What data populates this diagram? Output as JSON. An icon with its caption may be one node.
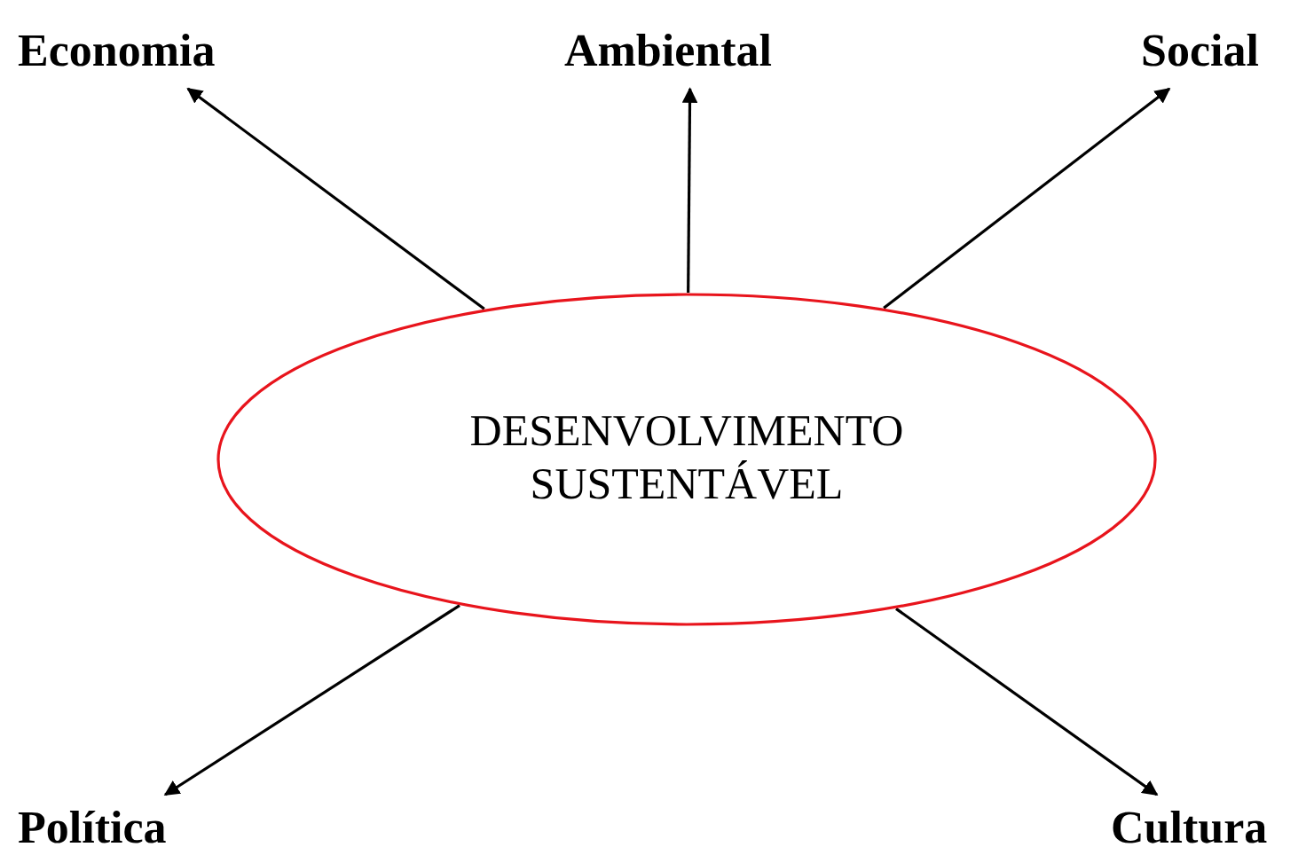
{
  "diagram": {
    "nodes": [
      {
        "text": [
          "Economia"
        ]
      },
      {
        "text": [
          "Ambiental"
        ]
      },
      {
        "text": [
          "Social"
        ]
      },
      {
        "text": [
          "DESENVOLVIMENTO SUSTENTÁVEL"
        ]
      },
      {
        "text": [
          "Política"
        ]
      },
      {
        "text": [
          "Cultura"
        ]
      }
    ],
    "edges": [
      {
        "from": 3,
        "to": 0,
        "arrow": "to"
      },
      {
        "from": 3,
        "to": 1,
        "arrow": "to"
      },
      {
        "from": 3,
        "to": 2,
        "arrow": "to"
      },
      {
        "from": 3,
        "to": 4,
        "arrow": "to"
      },
      {
        "from": 3,
        "to": 5,
        "arrow": "to"
      }
    ]
  }
}
